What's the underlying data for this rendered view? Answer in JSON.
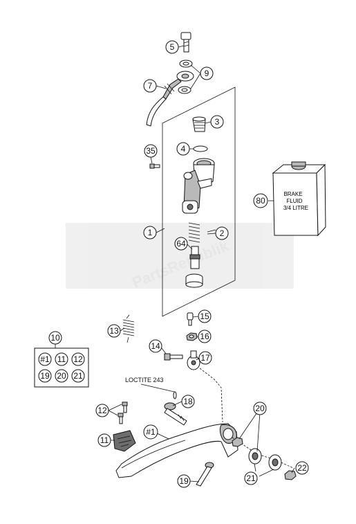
{
  "callouts": {
    "c1": "1",
    "c2": "2",
    "c3": "3",
    "c4": "4",
    "c5": "5",
    "c7": "7",
    "c9": "9",
    "c10": "10",
    "c11": "11",
    "c12": "12",
    "c13": "13",
    "c14": "14",
    "c15": "15",
    "c16": "16",
    "c17": "17",
    "c18": "18",
    "c19": "19",
    "c20": "20",
    "c21": "21",
    "c22": "22",
    "c35": "35",
    "c64": "64",
    "c80": "80",
    "c_h1": "#1"
  },
  "kit_box": {
    "row1": [
      "#1",
      "11",
      "12"
    ],
    "row2": [
      "19",
      "20",
      "21"
    ]
  },
  "bottle_label": [
    "BRAKE",
    "FLUID",
    "3/4 LITRE"
  ],
  "loctite_label": "LOCTITE 243",
  "watermark": "PartsRepublik"
}
